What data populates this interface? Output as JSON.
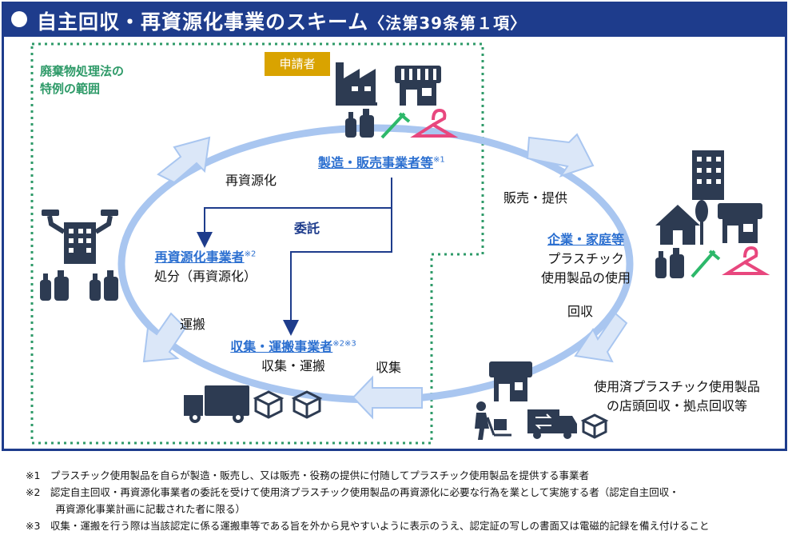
{
  "header": {
    "title": "自主回収・再資源化事業のスキーム",
    "subtitle": "〈法第39条第１項〉"
  },
  "range_label": [
    "廃棄物処理法の",
    "特例の範囲"
  ],
  "applicant_label": "申請者",
  "nodes": {
    "manufacturer": {
      "name": "製造・販売事業者等",
      "mark": "※1"
    },
    "consumer": {
      "name": "企業・家庭等",
      "desc": [
        "プラスチック",
        "使用製品の使用"
      ]
    },
    "recycler": {
      "name": "再資源化事業者",
      "mark": "※2",
      "desc": "処分（再資源化）"
    },
    "collector": {
      "name": "収集・運搬事業者",
      "mark": "※2※3",
      "desc": "収集・運搬"
    }
  },
  "arrows": {
    "sell": "販売・提供",
    "recover": "回収",
    "collect": "収集",
    "transport": "運搬",
    "recycle": "再資源化",
    "entrust": "委託"
  },
  "store_collection": [
    "使用済プラスチック使用製品",
    "の店頭回収・拠点回収等"
  ],
  "notes": [
    "※1　プラスチック使用製品を自らが製造・販売し、又は販売・役務の提供に付随してプラスチック使用製品を提供する事業者",
    "※2　認定自主回収・再資源化事業者の委託を受けて使用済プラスチック使用製品の再資源化に必要な行為を業として実施する者（認定自主回収・",
    "　　　再資源化事業計画に記載された者に限る）",
    "※3　収集・運搬を行う際は当該認定に係る運搬車等である旨を外から見やすいように表示のうえ、認定証の写しの書面又は電磁的記録を備え付けること"
  ],
  "colors": {
    "navy": "#1e3c8c",
    "ring": "#a9c6f0",
    "green": "#2e9a68",
    "gold": "#d9a300",
    "pink": "#e8477e",
    "icon": "#2d3b52"
  }
}
